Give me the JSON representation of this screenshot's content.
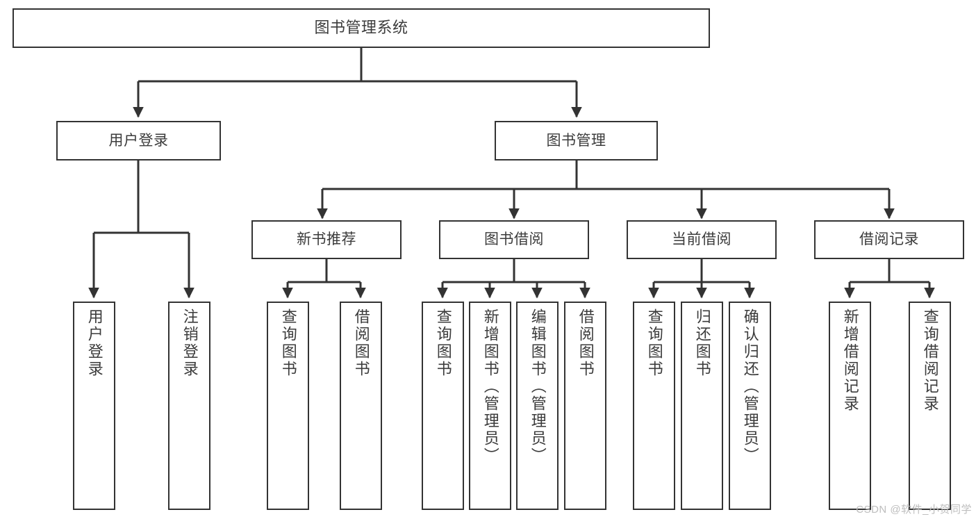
{
  "diagram": {
    "title": "图书管理系统",
    "type": "tree-hierarchy",
    "watermark": "CSDN @软件_小贺同学",
    "colors": {
      "box_border": "#333333",
      "box_fill": "#ffffff",
      "text": "#3b3b3b",
      "connector": "#333333",
      "watermark": "#bdbdbd",
      "background": "#ffffff"
    },
    "nodes": {
      "root": {
        "label": "图书管理系统"
      },
      "level1": [
        {
          "label": "用户登录"
        },
        {
          "label": "图书管理"
        }
      ],
      "level2": [
        {
          "label": "新书推荐"
        },
        {
          "label": "图书借阅"
        },
        {
          "label": "当前借阅"
        },
        {
          "label": "借阅记录"
        }
      ],
      "leaves": {
        "user_login": [
          {
            "label": "用户登录"
          },
          {
            "label": "注销登录"
          }
        ],
        "new_book_recommend": [
          {
            "label": "查询图书"
          },
          {
            "label": "借阅图书"
          }
        ],
        "book_borrow": [
          {
            "label": "查询图书"
          },
          {
            "label": "新增图书（管理员）"
          },
          {
            "label": "编辑图书（管理员）"
          },
          {
            "label": "借阅图书"
          }
        ],
        "current_borrow": [
          {
            "label": "查询图书"
          },
          {
            "label": "归还图书"
          },
          {
            "label": "确认归还（管理员）"
          }
        ],
        "borrow_record": [
          {
            "label": "新增借阅记录"
          },
          {
            "label": "查询借阅记录"
          }
        ]
      }
    }
  }
}
